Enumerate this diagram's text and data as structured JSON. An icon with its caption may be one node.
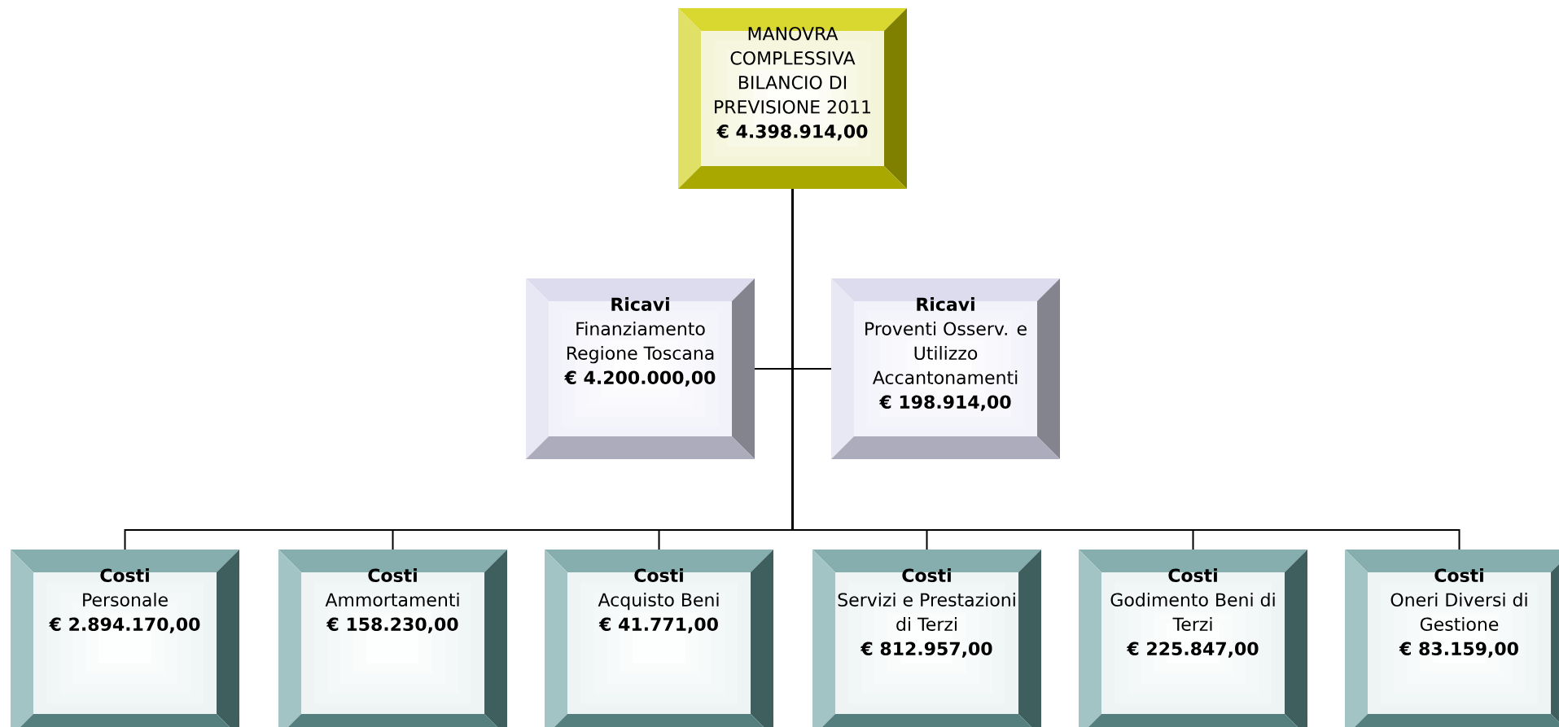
{
  "diagram": {
    "nodes": [
      {
        "text": [
          "MANOVRA COMPLESSIVA BILANCIO DI PREVISIONE 2011",
          "€ 4.398.914,00"
        ]
      },
      {
        "text": [
          "Ricavi",
          "Finanziamento Regione Toscana",
          "€ 4.200.000,00"
        ]
      },
      {
        "text": [
          "Ricavi",
          "Proventi Osserv. e Utilizzo Accantonamenti",
          "€ 198.914,00"
        ]
      },
      {
        "text": [
          "Costi",
          "Personale",
          "€ 2.894.170,00"
        ]
      },
      {
        "text": [
          "Costi",
          "Ammortamenti",
          "€ 158.230,00"
        ]
      },
      {
        "text": [
          "Costi",
          "Acquisto Beni",
          "€ 41.771,00"
        ]
      },
      {
        "text": [
          "Costi",
          "Servizi e Prestazioni di Terzi",
          "€ 812.957,00"
        ]
      },
      {
        "text": [
          "Costi",
          "Godimento Beni di Terzi",
          "€ 225.847,00"
        ]
      },
      {
        "text": [
          "Costi",
          "Oneri Diversi di Gestione",
          "€ 83.159,00"
        ]
      }
    ],
    "edges": [
      {
        "from": 0,
        "to": 1,
        "arrow": "none"
      },
      {
        "from": 0,
        "to": 2,
        "arrow": "none"
      },
      {
        "from": 0,
        "to": 3,
        "arrow": "none"
      },
      {
        "from": 0,
        "to": 4,
        "arrow": "none"
      },
      {
        "from": 0,
        "to": 5,
        "arrow": "none"
      },
      {
        "from": 0,
        "to": 6,
        "arrow": "none"
      },
      {
        "from": 0,
        "to": 7,
        "arrow": "none"
      },
      {
        "from": 0,
        "to": 8,
        "arrow": "none"
      }
    ]
  }
}
